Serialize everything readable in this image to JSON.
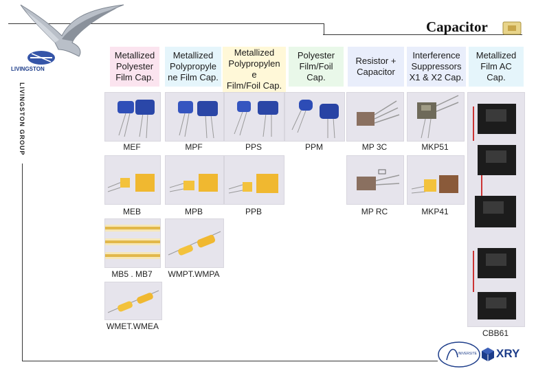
{
  "title": "Capacitor",
  "brand": {
    "side_text": "LIVINGSTON GROUP",
    "logo_text": "LIVINGSTON",
    "xry": "XRY",
    "univ": "UNIVERSITE"
  },
  "headers": [
    "Metallized\nPolyester\nFilm Cap.",
    "Metallized\nPolypropyle\nne Film Cap.",
    "Metallized\nPolypropylen\ne\nFilm/Foil Cap.",
    "Polyester\nFilm/Foil\nCap.",
    "Resistor +\nCapacitor",
    "Interference\nSuppressors\nX1 & X2 Cap.",
    "Metallized\nFilm AC\nCap."
  ],
  "labels": {
    "mef": "MEF",
    "mpf": "MPF",
    "pps": "PPS",
    "ppm": "PPM",
    "mp3c": "MP 3C",
    "mkp51": "MKP51",
    "meb": "MEB",
    "mpb": "MPB",
    "ppb": "PPB",
    "mprc": "MP RC",
    "mkp41": "MKP41",
    "mb57": "MB5 . MB7",
    "wmpt": "WMPT.WMPA",
    "wmet": "WMET.WMEA",
    "cbb61": "CBB61"
  },
  "colors": {
    "blue_cap": "#2f4fb8",
    "yellow_cap": "#f3c23c",
    "brown_cap": "#8a7060",
    "black_cap": "#1c1c1c"
  }
}
